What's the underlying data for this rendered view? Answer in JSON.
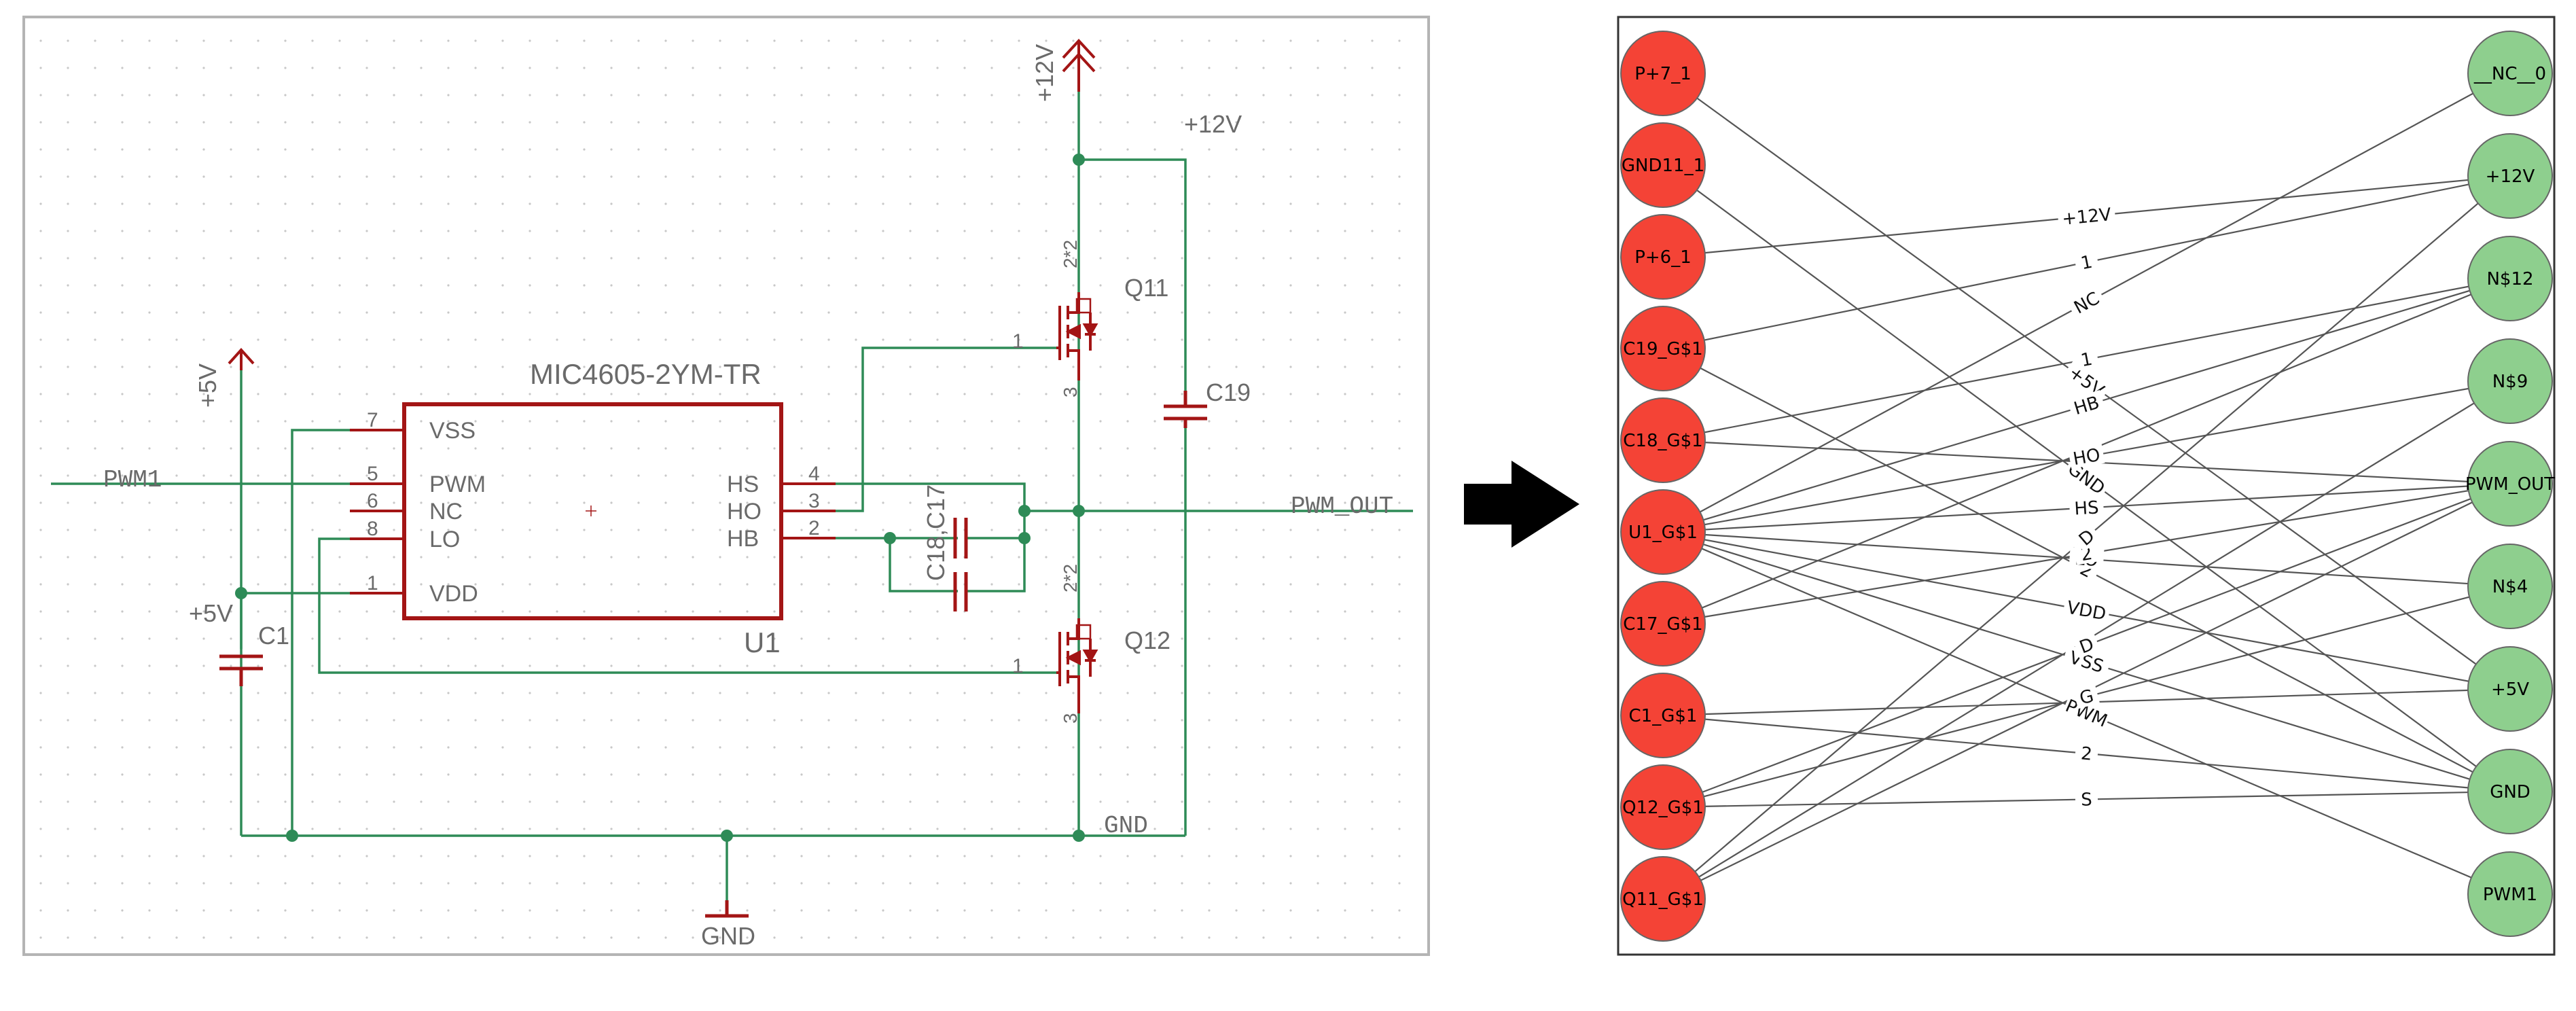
{
  "schematic": {
    "component": {
      "part": "MIC4605-2YM-TR",
      "ref": "U1"
    },
    "pins": [
      {
        "name": "VSS",
        "num": "7"
      },
      {
        "name": "PWM",
        "num": "5"
      },
      {
        "name": "NC",
        "num": "6"
      },
      {
        "name": "LO",
        "num": "8"
      },
      {
        "name": "VDD",
        "num": "1"
      },
      {
        "name": "HS",
        "num": "4"
      },
      {
        "name": "HO",
        "num": "3"
      },
      {
        "name": "HB",
        "num": "2"
      }
    ],
    "labels": {
      "pwm1": "PWM1",
      "pwm_out": "PWM_OUT",
      "gnd_net": "GND",
      "gnd_sym": "GND",
      "p12v_top": "+12V",
      "p12v_side": "+12V",
      "p5v_top": "+5V",
      "p5v_side": "+5V",
      "q11": "Q11",
      "q12": "Q12",
      "c19": "C19",
      "c1": "C1",
      "c18c17": "C18,C17",
      "q11_pin1": "1",
      "q11_pin22": "2*2",
      "q11_pin3": "3",
      "q12_pin1": "1",
      "q12_pin22": "2*2",
      "q12_pin3": "3"
    }
  },
  "graph": {
    "left_nodes": [
      "P+7_1",
      "GND11_1",
      "P+6_1",
      "C19_G$1",
      "C18_G$1",
      "U1_G$1",
      "C17_G$1",
      "C1_G$1",
      "Q12_G$1",
      "Q11_G$1"
    ],
    "right_nodes": [
      "__NC__0",
      "+12V",
      "N$12",
      "N$9",
      "PWM_OUT",
      "N$4",
      "+5V",
      "GND",
      "PWM1"
    ],
    "edges": [
      {
        "from": "P+7_1",
        "to": "+5V",
        "label": "+5V"
      },
      {
        "from": "GND11_1",
        "to": "GND",
        "label": "GND"
      },
      {
        "from": "P+6_1",
        "to": "+12V",
        "label": "+12V"
      },
      {
        "from": "C19_G$1",
        "to": "+12V",
        "label": "1"
      },
      {
        "from": "C19_G$1",
        "to": "GND",
        "label": "2"
      },
      {
        "from": "C18_G$1",
        "to": "N$12",
        "label": "1"
      },
      {
        "from": "C18_G$1",
        "to": "PWM_OUT",
        "label": ""
      },
      {
        "from": "U1_G$1",
        "to": "__NC__0",
        "label": "NC"
      },
      {
        "from": "U1_G$1",
        "to": "N$12",
        "label": "HB"
      },
      {
        "from": "U1_G$1",
        "to": "N$9",
        "label": "HO"
      },
      {
        "from": "U1_G$1",
        "to": "PWM_OUT",
        "label": "HS"
      },
      {
        "from": "U1_G$1",
        "to": "N$4",
        "label": "LO"
      },
      {
        "from": "U1_G$1",
        "to": "+5V",
        "label": "VDD"
      },
      {
        "from": "U1_G$1",
        "to": "GND",
        "label": "VSS"
      },
      {
        "from": "U1_G$1",
        "to": "PWM1",
        "label": "PWM"
      },
      {
        "from": "C17_G$1",
        "to": "N$12",
        "label": ""
      },
      {
        "from": "C17_G$1",
        "to": "PWM_OUT",
        "label": "2"
      },
      {
        "from": "C1_G$1",
        "to": "+5V",
        "label": ""
      },
      {
        "from": "C1_G$1",
        "to": "GND",
        "label": "2"
      },
      {
        "from": "Q12_G$1",
        "to": "N$4",
        "label": "G"
      },
      {
        "from": "Q12_G$1",
        "to": "PWM_OUT",
        "label": "D"
      },
      {
        "from": "Q12_G$1",
        "to": "GND",
        "label": "S"
      },
      {
        "from": "Q11_G$1",
        "to": "+12V",
        "label": "D"
      },
      {
        "from": "Q11_G$1",
        "to": "N$9",
        "label": ""
      },
      {
        "from": "Q11_G$1",
        "to": "PWM_OUT",
        "label": ""
      }
    ]
  },
  "colors": {
    "wire": "#2e8b57",
    "component": "#a31515",
    "left_node": "#f44336",
    "right_node": "#8ecf8e"
  }
}
